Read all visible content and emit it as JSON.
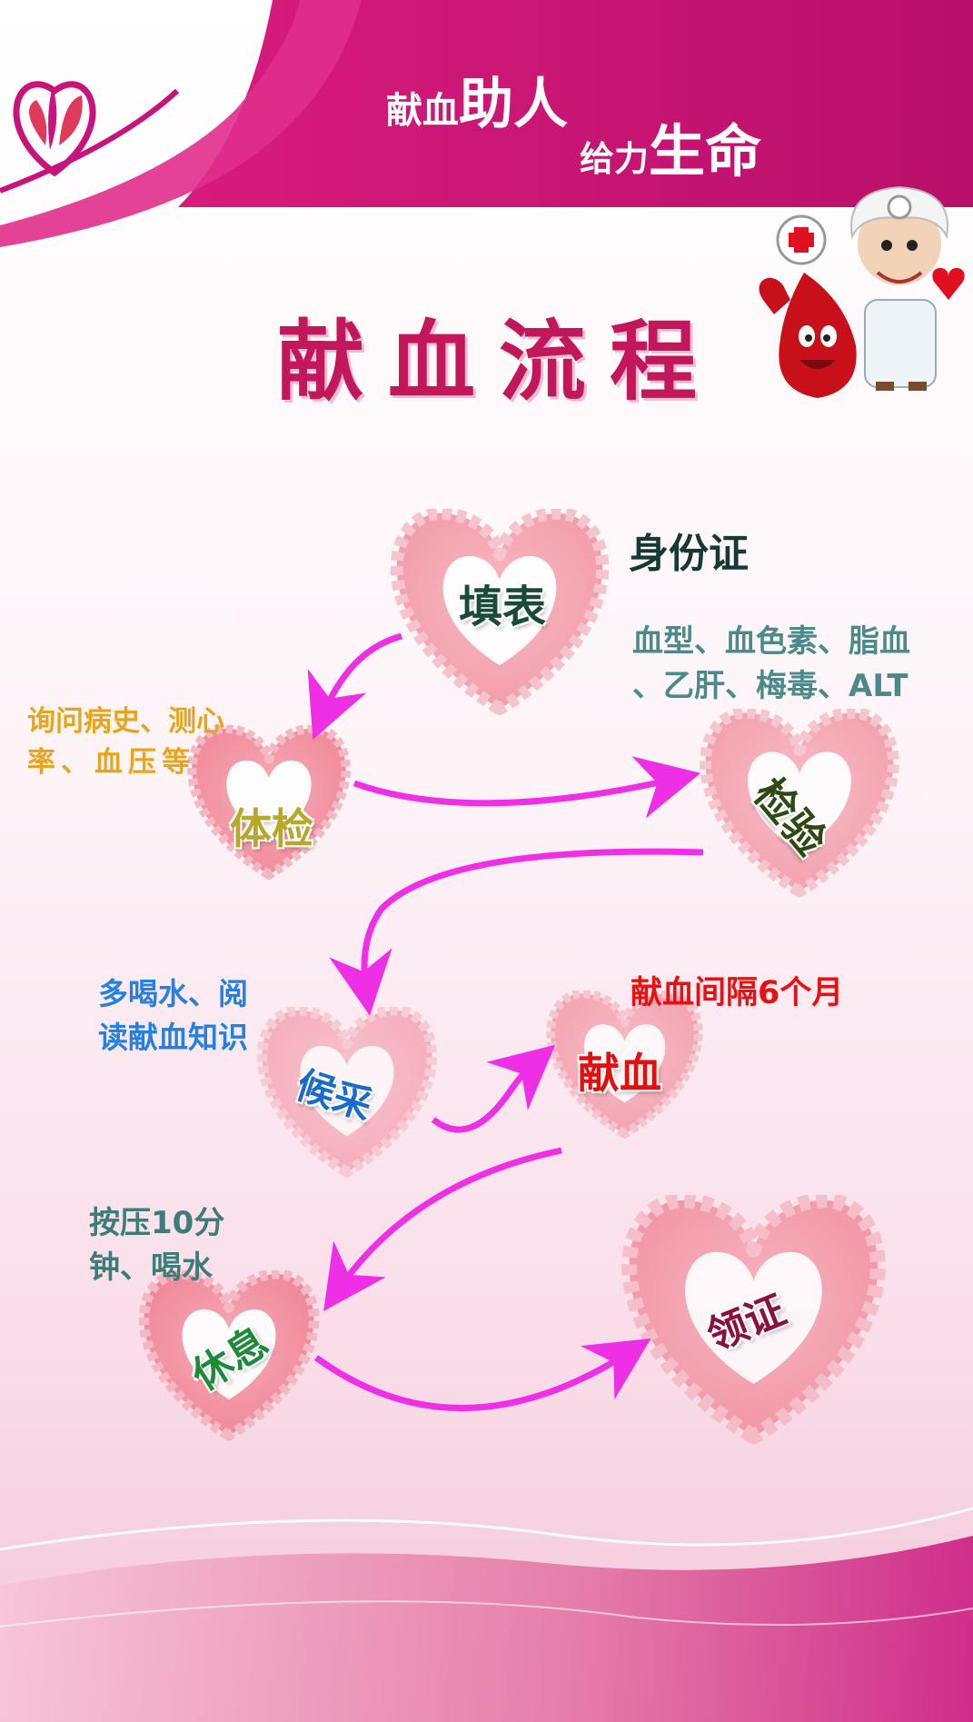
{
  "header": {
    "slogan_line1_a": "献血",
    "slogan_line1_b": "助人",
    "slogan_line2_a": "给力",
    "slogan_line2_b": "生命",
    "title": "献血流程",
    "brand_color": "#c8127c",
    "title_color": "#c2185b"
  },
  "steps": [
    {
      "label": "填表",
      "color": "#1a4a3a"
    },
    {
      "label": "体检",
      "color": "#b8a829"
    },
    {
      "label": "检验",
      "color": "#2e4a12"
    },
    {
      "label": "候采",
      "color": "#1a6cc9"
    },
    {
      "label": "献血",
      "color": "#e01010"
    },
    {
      "label": "休息",
      "color": "#1e8a3a"
    },
    {
      "label": "领证",
      "color": "#8a1040"
    }
  ],
  "notes": {
    "id_card": "身份证",
    "tests_line1": "血型、血色素、脂血",
    "tests_line2": "、乙肝、梅毒、ALT",
    "history_line1": "询问病史、测心",
    "history_line2": "率、血压等",
    "wait_line1": "多喝水、阅",
    "wait_line2": "读献血知识",
    "interval": "献血间隔6个月",
    "rest_line1": "按压10分",
    "rest_line2": "钟、喝水"
  },
  "arrow_color": "#ee2fe6"
}
